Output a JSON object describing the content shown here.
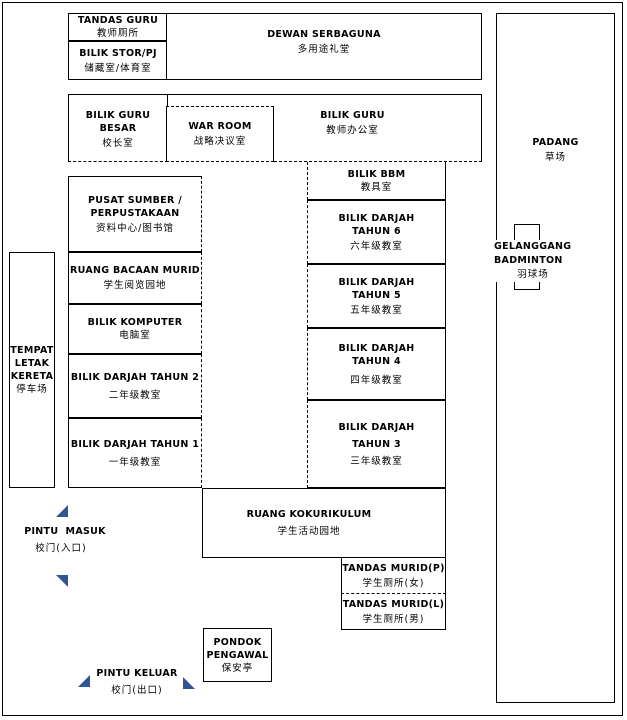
{
  "rooms": {
    "tandas_guru": {
      "en": "TANDAS GURU",
      "zh": "教师厕所"
    },
    "bilik_stor": {
      "en": "BILIK STOR/PJ",
      "zh": "储藏室/体育室"
    },
    "dewan": {
      "en": "DEWAN SERBAGUNA",
      "zh": "多用途礼堂"
    },
    "bilik_guru_besar": {
      "en": "BILIK GURU BESAR",
      "zh": "校长室"
    },
    "war_room": {
      "en": "WAR ROOM",
      "zh": "战略决议室"
    },
    "bilik_guru": {
      "en": "BILIK GURU",
      "zh": "教师办公室"
    },
    "padang": {
      "en": "PADANG",
      "zh": "草场"
    },
    "bilik_bbm": {
      "en": "BILIK BBM",
      "zh": "教具室"
    },
    "pusat_sumber": {
      "en1": "PUSAT SUMBER /",
      "en2": "PERPUSTAKAAN",
      "zh": "资料中心/图书馆"
    },
    "darjah6": {
      "en1": "BILIK DARJAH",
      "en2": "TAHUN 6",
      "zh": "六年级教室"
    },
    "gelanggang": {
      "en1": "GELANGGANG",
      "en2": "BADMINTON",
      "zh": "羽球场"
    },
    "ruang_bacaan": {
      "en": "RUANG BACAAN MURID",
      "zh": "学生阅览园地"
    },
    "darjah5": {
      "en1": "BILIK DARJAH",
      "en2": "TAHUN 5",
      "zh": "五年级教室"
    },
    "tempat_letak": {
      "en1": "TEMPAT",
      "en2": "LETAK",
      "en3": "KERETA",
      "zh": "停车场"
    },
    "bilik_komputer": {
      "en": "BILIK KOMPUTER",
      "zh": "电脑室"
    },
    "darjah4": {
      "en1": "BILIK DARJAH",
      "en2": "TAHUN 4",
      "zh": "四年级教室"
    },
    "darjah2": {
      "en": "BILIK DARJAH TAHUN 2",
      "zh": "二年级教室"
    },
    "darjah3": {
      "en1": "BILIK DARJAH",
      "en2": "TAHUN 3",
      "zh": "三年级教室"
    },
    "darjah1": {
      "en": "BILIK DARJAH TAHUN 1",
      "zh": "一年级教室"
    },
    "kokurikulum": {
      "en": "RUANG KOKURIKULUM",
      "zh": "学生活动园地"
    },
    "tandas_p": {
      "en": "TANDAS MURID(P)",
      "zh": "学生厕所(女)"
    },
    "tandas_l": {
      "en": "TANDAS MURID(L)",
      "zh": "学生厕所(男)"
    },
    "pondok": {
      "en1": "PONDOK",
      "en2": "PENGAWAL",
      "zh": "保安亭"
    }
  },
  "gates": {
    "masuk": {
      "en": "PINTU  MASUK",
      "zh": "校门(入口)"
    },
    "keluar": {
      "en": "PINTU KELUAR",
      "zh": "校门(出口)"
    }
  },
  "colors": {
    "arrow": "#2f5597",
    "line": "#000000"
  }
}
